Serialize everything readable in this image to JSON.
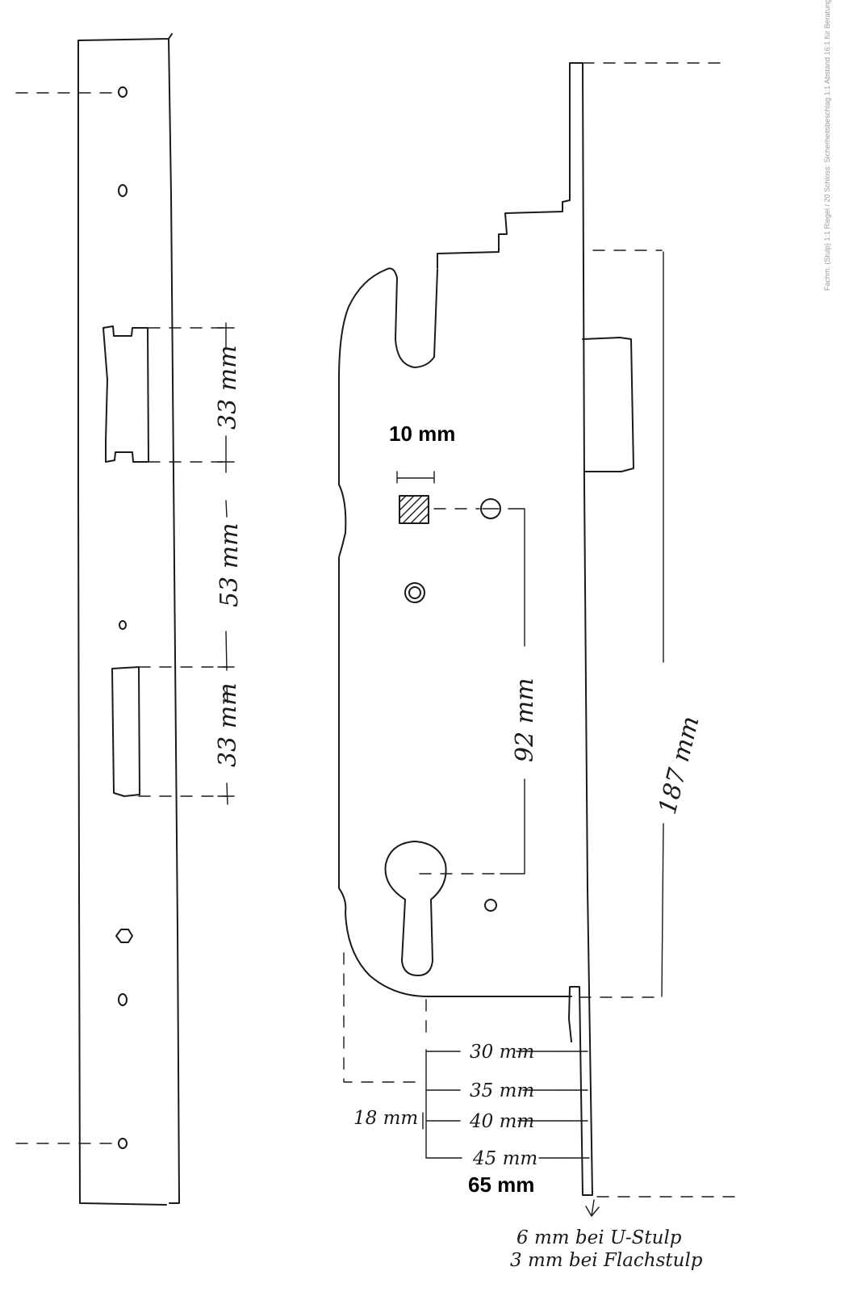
{
  "strike_plate": {
    "dim_latch_height": "33 mm",
    "dim_gap": "53 mm",
    "dim_bolt_height": "33 mm"
  },
  "lock_body": {
    "dim_follower_width": "10 mm",
    "dim_follower_to_cylinder": "92 mm",
    "dim_body_height": "187 mm",
    "backsets": [
      "30 mm",
      "35 mm",
      "40 mm",
      "45 mm"
    ],
    "dim_18": "18 mm",
    "dim_65": "65 mm",
    "note_line_1": "6 mm bei U-Stulp",
    "note_line_2": "3 mm bei Flachstulp"
  },
  "corner_text": "Fachm. (Stulp) 1:1 Riegel / 20 Schloss: Sicherheitsbeschlag 1:1 Abstand 16:1 für  Beratung"
}
